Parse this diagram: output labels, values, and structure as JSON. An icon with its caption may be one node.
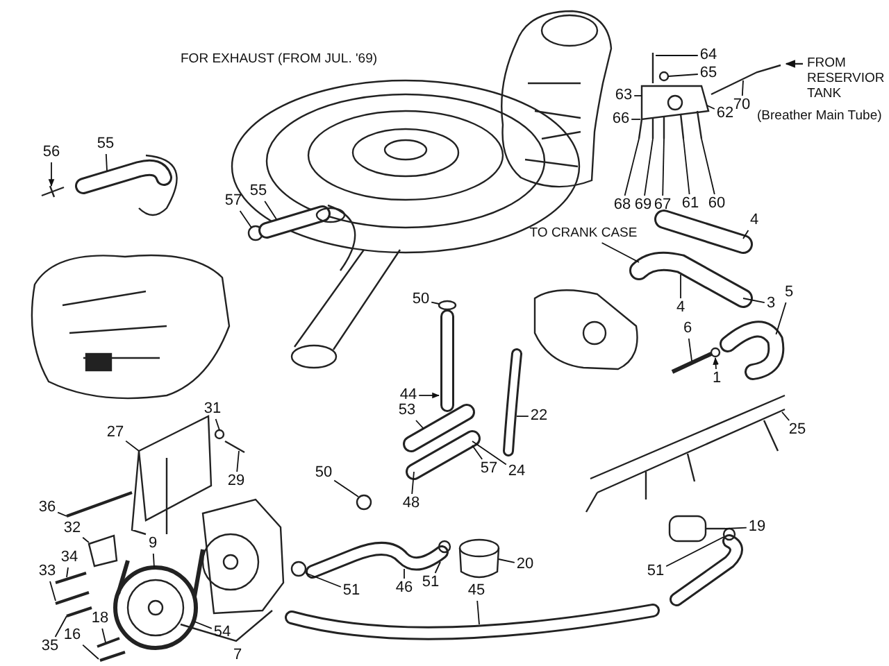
{
  "diagram": {
    "title": "FOR EXHAUST (FROM JUL. '69)",
    "nodes": [
      {
        "text": [
          "56"
        ]
      },
      {
        "text": [
          "55"
        ]
      },
      {
        "text": [
          "57"
        ]
      },
      {
        "text": [
          "55"
        ]
      },
      {
        "text": [
          "64"
        ]
      },
      {
        "text": [
          "65"
        ]
      },
      {
        "text": [
          "63"
        ]
      },
      {
        "text": [
          "62"
        ]
      },
      {
        "text": [
          "70"
        ]
      },
      {
        "text": [
          "66"
        ]
      },
      {
        "text": [
          "68"
        ]
      },
      {
        "text": [
          "69"
        ]
      },
      {
        "text": [
          "67"
        ]
      },
      {
        "text": [
          "61"
        ]
      },
      {
        "text": [
          "60"
        ]
      },
      {
        "text": [
          "4"
        ]
      },
      {
        "text": [
          "TO CRANK CASE"
        ]
      },
      {
        "text": [
          "50"
        ]
      },
      {
        "text": [
          "4"
        ]
      },
      {
        "text": [
          "3"
        ]
      },
      {
        "text": [
          "5"
        ]
      },
      {
        "text": [
          "6"
        ]
      },
      {
        "text": [
          "1"
        ]
      },
      {
        "text": [
          "44"
        ]
      },
      {
        "text": [
          "53"
        ]
      },
      {
        "text": [
          "22"
        ]
      },
      {
        "text": [
          "31"
        ]
      },
      {
        "text": [
          "27"
        ]
      },
      {
        "text": [
          "29"
        ]
      },
      {
        "text": [
          "57"
        ]
      },
      {
        "text": [
          "25"
        ]
      },
      {
        "text": [
          "24"
        ]
      },
      {
        "text": [
          "48"
        ]
      },
      {
        "text": [
          "50"
        ]
      },
      {
        "text": [
          "36"
        ]
      },
      {
        "text": [
          "19"
        ]
      },
      {
        "text": [
          "32"
        ]
      },
      {
        "text": [
          "9"
        ]
      },
      {
        "text": [
          "34"
        ]
      },
      {
        "text": [
          "33"
        ]
      },
      {
        "text": [
          "20"
        ]
      },
      {
        "text": [
          "51"
        ]
      },
      {
        "text": [
          "46"
        ]
      },
      {
        "text": [
          "51"
        ]
      },
      {
        "text": [
          "51"
        ]
      },
      {
        "text": [
          "45"
        ]
      },
      {
        "text": [
          "18"
        ]
      },
      {
        "text": [
          "16"
        ]
      },
      {
        "text": [
          "54"
        ]
      },
      {
        "text": [
          "35"
        ]
      },
      {
        "text": [],
        "shape": "picture"
      },
      {
        "text": [],
        "shape": "picture"
      },
      {
        "text": [],
        "shape": "circle"
      },
      {
        "text": [],
        "shape": "picture"
      },
      {
        "text": [],
        "shape": "picture"
      },
      {
        "text": [],
        "shape": "picture"
      },
      {
        "text": [],
        "shape": "picture"
      },
      {
        "text": [],
        "shape": "picture"
      },
      {
        "text": [],
        "shape": "picture"
      },
      {
        "text": [],
        "shape": "picture"
      },
      {
        "text": [],
        "shape": "picture"
      },
      {
        "text": [],
        "shape": "picture"
      },
      {
        "text": [],
        "shape": "picture"
      },
      {
        "text": [],
        "shape": "picture"
      },
      {
        "text": [],
        "shape": "picture"
      },
      {
        "text": [],
        "shape": "picture"
      },
      {
        "text": [],
        "shape": "picture"
      },
      {
        "text": [],
        "shape": "picture"
      },
      {
        "text": [],
        "shape": "picture"
      },
      {
        "text": [],
        "shape": "picture"
      },
      {
        "text": [],
        "shape": "circle"
      },
      {
        "text": [],
        "shape": "picture"
      },
      {
        "text": [],
        "shape": "picture"
      },
      {
        "text": [],
        "shape": "picture"
      },
      {
        "text": [],
        "shape": "picture"
      },
      {
        "text": [],
        "shape": "picture"
      },
      {
        "text": [],
        "shape": "picture"
      }
    ],
    "edges": [
      {
        "from": 0,
        "to": 50,
        "arrow": "to"
      },
      {
        "from": 1,
        "to": 51,
        "arrow": "none"
      },
      {
        "from": 2,
        "to": 52,
        "arrow": "none"
      },
      {
        "from": 3,
        "to": 53,
        "arrow": "none"
      },
      {
        "from": 4,
        "to": 54,
        "arrow": "none"
      },
      {
        "from": 5,
        "to": 54,
        "arrow": "none"
      },
      {
        "from": 6,
        "to": 54,
        "arrow": "none"
      },
      {
        "from": 7,
        "to": 54,
        "arrow": "none"
      },
      {
        "from": 8,
        "to": 55,
        "arrow": "none"
      },
      {
        "from": 9,
        "to": 54,
        "arrow": "none"
      },
      {
        "from": 10,
        "to": 54,
        "arrow": "none"
      },
      {
        "from": 11,
        "to": 54,
        "arrow": "none"
      },
      {
        "from": 12,
        "to": 54,
        "arrow": "none"
      },
      {
        "from": 13,
        "to": 54,
        "arrow": "none"
      },
      {
        "from": 14,
        "to": 54,
        "arrow": "none"
      },
      {
        "from": 15,
        "to": 56,
        "arrow": "none"
      },
      {
        "from": 16,
        "to": 57,
        "arrow": "none"
      },
      {
        "from": 17,
        "to": 60,
        "arrow": "none"
      },
      {
        "from": 18,
        "to": 57,
        "arrow": "none"
      },
      {
        "from": 19,
        "to": 57,
        "arrow": "none"
      },
      {
        "from": 20,
        "to": 58,
        "arrow": "none"
      },
      {
        "from": 21,
        "to": 59,
        "arrow": "none"
      },
      {
        "from": 22,
        "to": 59,
        "arrow": "to"
      },
      {
        "from": 23,
        "to": 60,
        "arrow": "to"
      },
      {
        "from": 24,
        "to": 62,
        "arrow": "none"
      },
      {
        "from": 25,
        "to": 61,
        "arrow": "none"
      },
      {
        "from": 26,
        "to": 64,
        "arrow": "none"
      },
      {
        "from": 27,
        "to": 63,
        "arrow": "none"
      },
      {
        "from": 28,
        "to": 64,
        "arrow": "none"
      },
      {
        "from": 29,
        "to": 62,
        "arrow": "none"
      },
      {
        "from": 30,
        "to": 74,
        "arrow": "none"
      },
      {
        "from": 31,
        "to": 62,
        "arrow": "none"
      },
      {
        "from": 32,
        "to": 62,
        "arrow": "none"
      },
      {
        "from": 33,
        "to": 70,
        "arrow": "none"
      },
      {
        "from": 34,
        "to": 65,
        "arrow": "none"
      },
      {
        "from": 35,
        "to": 75,
        "arrow": "none"
      },
      {
        "from": 36,
        "to": 67,
        "arrow": "none"
      },
      {
        "from": 37,
        "to": 68,
        "arrow": "none"
      },
      {
        "from": 38,
        "to": 66,
        "arrow": "none"
      },
      {
        "from": 39,
        "to": 66,
        "arrow": "none"
      },
      {
        "from": 40,
        "to": 72,
        "arrow": "none"
      },
      {
        "from": 41,
        "to": 71,
        "arrow": "none"
      },
      {
        "from": 42,
        "to": 71,
        "arrow": "none"
      },
      {
        "from": 43,
        "to": 71,
        "arrow": "none"
      },
      {
        "from": 44,
        "to": 76,
        "arrow": "none"
      },
      {
        "from": 45,
        "to": 73,
        "arrow": "none"
      },
      {
        "from": 46,
        "to": 69,
        "arrow": "none"
      },
      {
        "from": 47,
        "to": 69,
        "arrow": "none"
      },
      {
        "from": 48,
        "to": 68,
        "arrow": "none"
      },
      {
        "from": 49,
        "to": 66,
        "arrow": "none"
      }
    ],
    "labels": [
      "FROM RESERVIOR TANK",
      "(Breather Main Tube)",
      "7"
    ]
  }
}
